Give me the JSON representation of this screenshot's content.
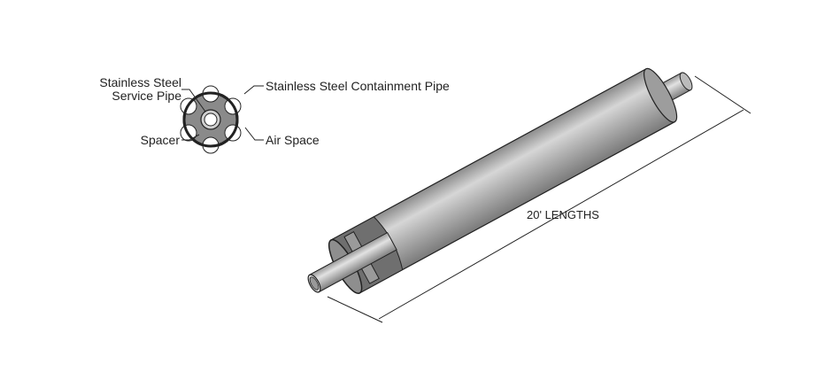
{
  "cross_section": {
    "labels": {
      "service_pipe_line1": "Stainless Steel",
      "service_pipe_line2": "Service Pipe",
      "containment_pipe": "Stainless Steel Containment Pipe",
      "spacer": "Spacer",
      "air_space": "Air Space"
    }
  },
  "dimension": {
    "label": "20' LENGTHS"
  },
  "colors": {
    "steel": "#a9a9a9",
    "spacer": "#8a8a8a",
    "outline": "#222222"
  }
}
